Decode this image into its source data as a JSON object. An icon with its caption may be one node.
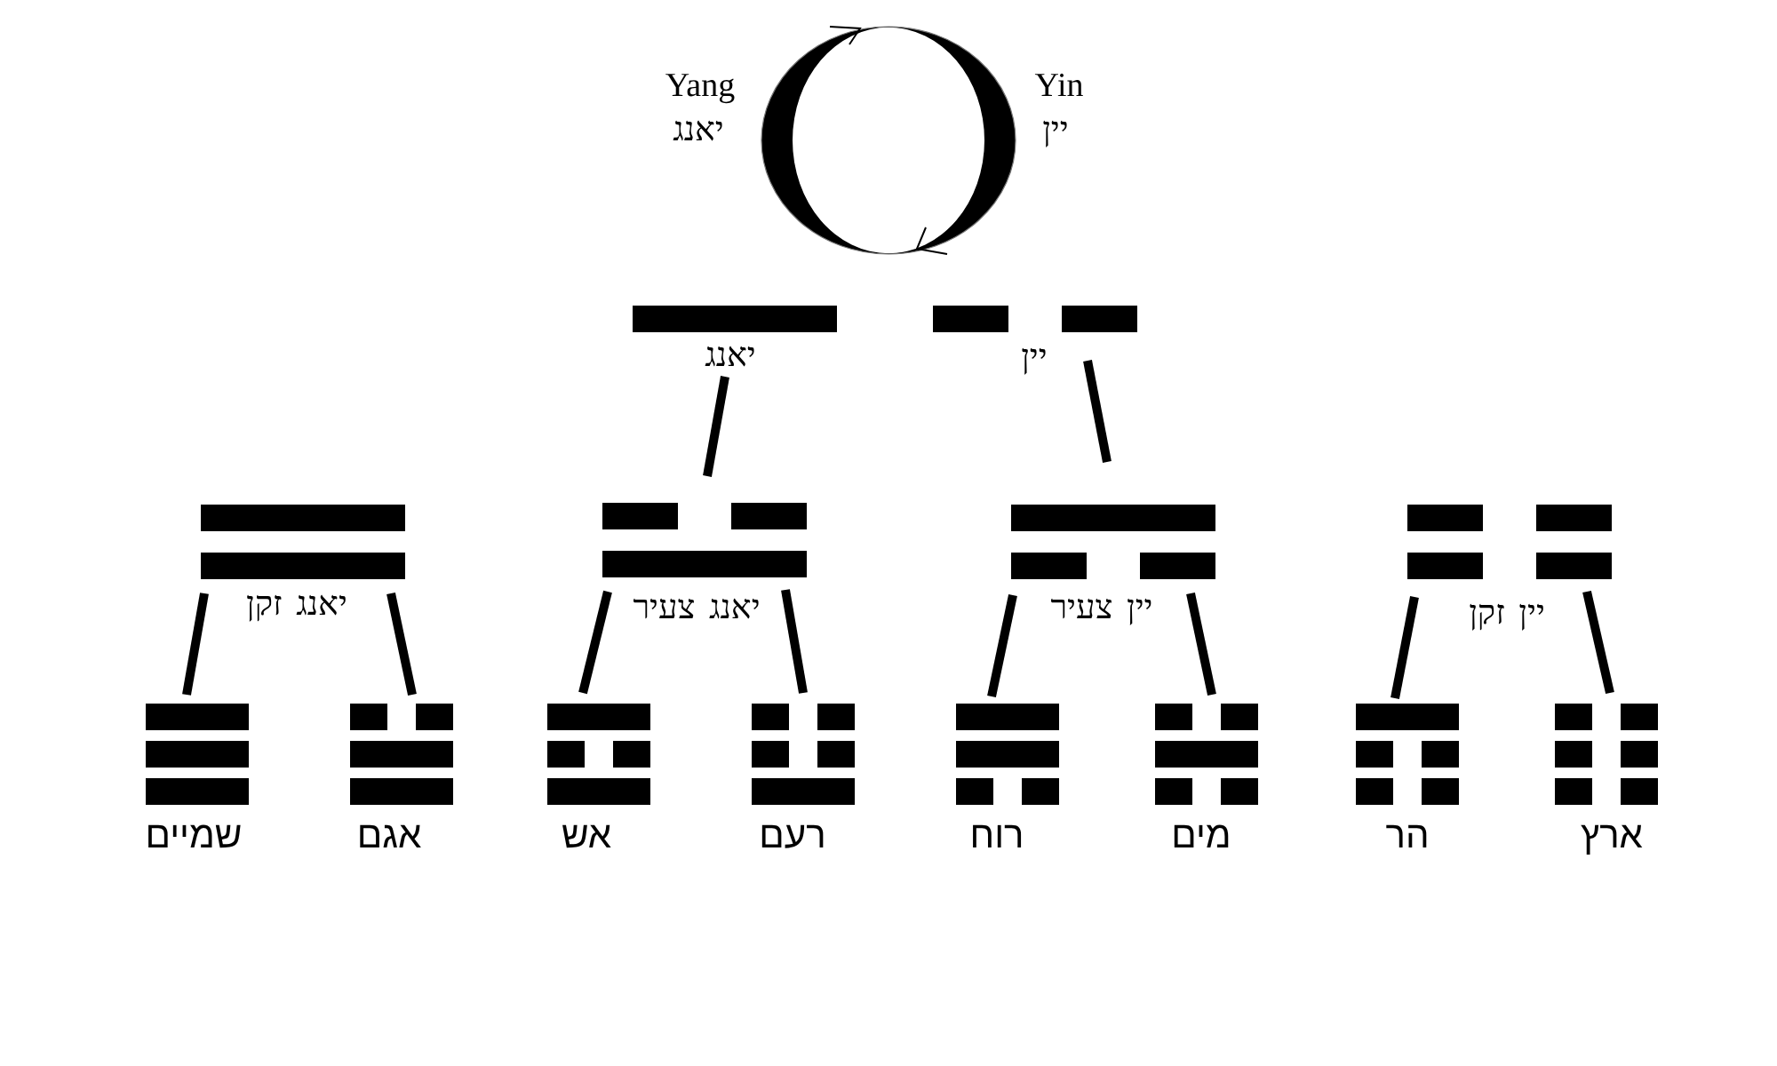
{
  "diagram": {
    "nodes": [
      {
        "text": [
          "יאנג"
        ]
      },
      {
        "text": [
          "יין"
        ]
      },
      {
        "text": [
          "יאנג זקן"
        ]
      },
      {
        "text": [
          "יאנג צעיר"
        ]
      },
      {
        "text": [
          "יין צעיר"
        ]
      },
      {
        "text": [
          "יין זקן"
        ]
      },
      {
        "text": [
          "שמיים"
        ]
      },
      {
        "text": [
          "אגם"
        ]
      },
      {
        "text": [
          "אש"
        ]
      },
      {
        "text": [
          "רעם"
        ]
      },
      {
        "text": [
          "רוח"
        ]
      },
      {
        "text": [
          "מים"
        ]
      },
      {
        "text": [
          "הר"
        ]
      },
      {
        "text": [
          "ארץ"
        ]
      }
    ],
    "edges": [
      {
        "from": 0,
        "to": 3,
        "arrow": "none"
      },
      {
        "from": 1,
        "to": 4,
        "arrow": "none"
      },
      {
        "from": 2,
        "to": 6,
        "arrow": "none"
      },
      {
        "from": 2,
        "to": 7,
        "arrow": "none"
      },
      {
        "from": 3,
        "to": 8,
        "arrow": "none"
      },
      {
        "from": 3,
        "to": 9,
        "arrow": "none"
      },
      {
        "from": 4,
        "to": 10,
        "arrow": "none"
      },
      {
        "from": 4,
        "to": 11,
        "arrow": "none"
      },
      {
        "from": 5,
        "to": 12,
        "arrow": "none"
      },
      {
        "from": 5,
        "to": 13,
        "arrow": "none"
      }
    ],
    "labels": [
      "Yang",
      "Yin",
      "יאנג",
      "יין"
    ]
  }
}
